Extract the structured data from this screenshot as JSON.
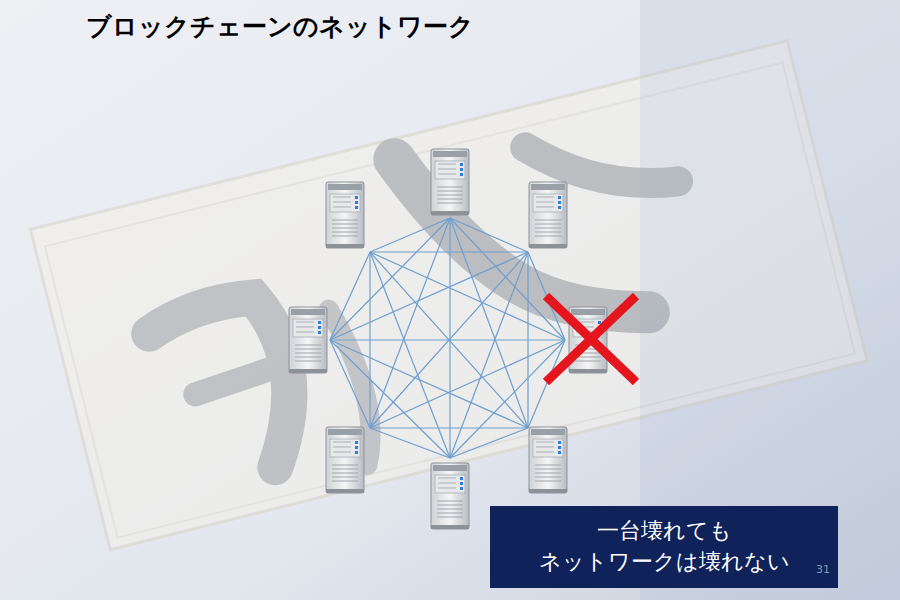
{
  "diagram": {
    "title": "ブロックチェーンのネットワーク",
    "nodes": [
      {
        "text": [
          "一台壊れても ネットワークは壊れない"
        ]
      }
    ],
    "labels": [
      "31"
    ]
  }
}
